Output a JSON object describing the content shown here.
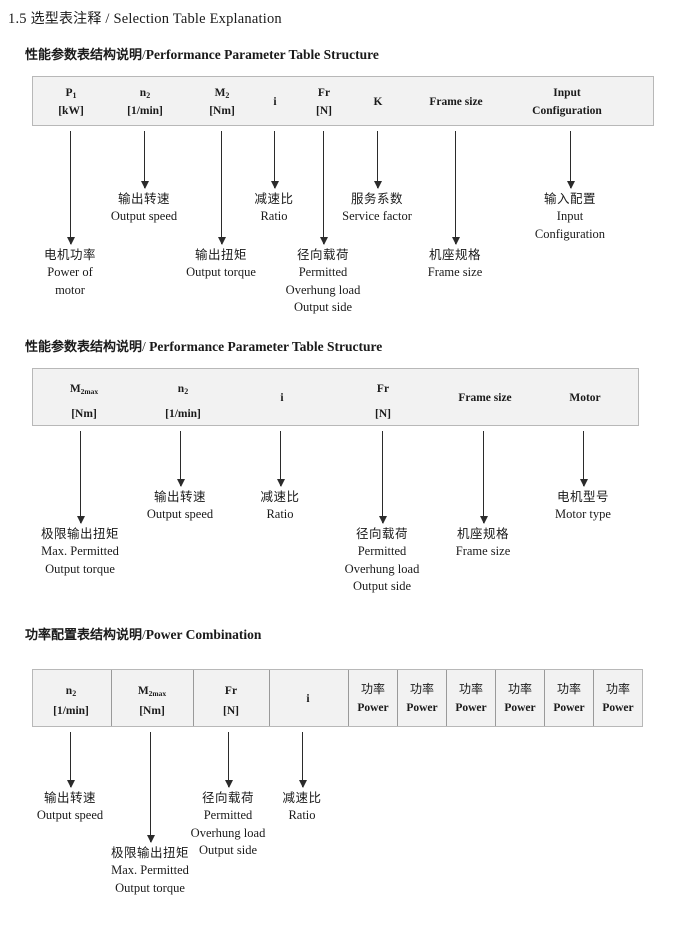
{
  "document": {
    "section_number": "1.5",
    "section_title_cn": "选型表注释",
    "section_separator": "/",
    "section_title_en": "Selection Table Explanation"
  },
  "blocks": [
    {
      "id": "performance-parameter-1",
      "heading": {
        "cn": "性能参数表结构说明",
        "sep": "/",
        "en": "Performance Parameter Table Structure"
      },
      "table": {
        "columns": [
          {
            "name": "p1",
            "line1": "P",
            "sub1": "1",
            "line2": "[kW]"
          },
          {
            "name": "n2",
            "line1": "n",
            "sub1": "2",
            "line2": "[1/min]"
          },
          {
            "name": "m2",
            "line1": "M",
            "sub1": "2",
            "line2": "[Nm]"
          },
          {
            "name": "i",
            "line1": "i",
            "sub1": "",
            "line2": ""
          },
          {
            "name": "fr",
            "line1": "Fr",
            "sub1": "",
            "line2": "[N]"
          },
          {
            "name": "k",
            "line1": "K",
            "sub1": "",
            "line2": ""
          },
          {
            "name": "frame-size",
            "line1": "Frame size",
            "sub1": "",
            "line2": ""
          },
          {
            "name": "input-configuration",
            "line1": "Input",
            "sub1": "",
            "line2": "Configuration"
          }
        ]
      },
      "annotations": [
        {
          "name": "power-of-motor",
          "cn": "电机功率",
          "en1": "Power of",
          "en2": "motor",
          "en3": ""
        },
        {
          "name": "output-speed",
          "cn": "输出转速",
          "en1": "Output speed",
          "en2": "",
          "en3": ""
        },
        {
          "name": "output-torque",
          "cn": "输出扭矩",
          "en1": "Output torque",
          "en2": "",
          "en3": ""
        },
        {
          "name": "ratio",
          "cn": "减速比",
          "en1": "Ratio",
          "en2": "",
          "en3": ""
        },
        {
          "name": "permitted-overhung-load",
          "cn": "径向载荷",
          "en1": "Permitted",
          "en2": "Overhung load",
          "en3": "Output side"
        },
        {
          "name": "service-factor",
          "cn": "服务系数",
          "en1": "Service factor",
          "en2": "",
          "en3": ""
        },
        {
          "name": "frame-size",
          "cn": "机座规格",
          "en1": "Frame size",
          "en2": "",
          "en3": ""
        },
        {
          "name": "input-configuration",
          "cn": "输入配置",
          "en1": "Input",
          "en2": "Configuration",
          "en3": ""
        }
      ]
    },
    {
      "id": "performance-parameter-2",
      "heading": {
        "cn": "性能参数表结构说明",
        "sep": "/",
        "en": "Performance Parameter Table Structure"
      },
      "table": {
        "columns": [
          {
            "name": "m2max",
            "line1": "M",
            "sub1": "2max",
            "line2": "[Nm]"
          },
          {
            "name": "n2",
            "line1": "n",
            "sub1": "2",
            "line2": "[1/min]"
          },
          {
            "name": "i",
            "line1": "i",
            "sub1": "",
            "line2": ""
          },
          {
            "name": "fr",
            "line1": "Fr",
            "sub1": "",
            "line2": "[N]"
          },
          {
            "name": "frame-size",
            "line1": "Frame size",
            "sub1": "",
            "line2": ""
          },
          {
            "name": "motor",
            "line1": "Motor",
            "sub1": "",
            "line2": ""
          }
        ]
      },
      "annotations": [
        {
          "name": "max-permitted-output-torque",
          "cn": "极限输出扭矩",
          "en1": "Max. Permitted",
          "en2": "Output  torque",
          "en3": ""
        },
        {
          "name": "output-speed",
          "cn": "输出转速",
          "en1": "Output speed",
          "en2": "",
          "en3": ""
        },
        {
          "name": "ratio",
          "cn": "减速比",
          "en1": "Ratio",
          "en2": "",
          "en3": ""
        },
        {
          "name": "permitted-overhung-load",
          "cn": "径向载荷",
          "en1": "Permitted",
          "en2": "Overhung load",
          "en3": "Output side"
        },
        {
          "name": "frame-size",
          "cn": "机座规格",
          "en1": "Frame size",
          "en2": "",
          "en3": ""
        },
        {
          "name": "motor-type",
          "cn": "电机型号",
          "en1": "Motor type",
          "en2": "",
          "en3": ""
        }
      ]
    },
    {
      "id": "power-combination",
      "heading": {
        "cn": "功率配置表结构说明",
        "sep": "/",
        "en": "Power Combination"
      },
      "table": {
        "columns": [
          {
            "name": "n2",
            "line1": "n",
            "sub1": "2",
            "line2": "[1/min]"
          },
          {
            "name": "m2max",
            "line1": "M",
            "sub1": "2max",
            "line2": "[Nm]"
          },
          {
            "name": "fr",
            "line1": "Fr",
            "sub1": "",
            "line2": "[N]"
          },
          {
            "name": "i",
            "line1": "i",
            "sub1": "",
            "line2": ""
          },
          {
            "name": "power-1",
            "line1": "功率",
            "sub1": "",
            "line2": "Power"
          },
          {
            "name": "power-2",
            "line1": "功率",
            "sub1": "",
            "line2": "Power"
          },
          {
            "name": "power-3",
            "line1": "功率",
            "sub1": "",
            "line2": "Power"
          },
          {
            "name": "power-4",
            "line1": "功率",
            "sub1": "",
            "line2": "Power"
          },
          {
            "name": "power-5",
            "line1": "功率",
            "sub1": "",
            "line2": "Power"
          },
          {
            "name": "power-6",
            "line1": "功率",
            "sub1": "",
            "line2": "Power"
          }
        ]
      },
      "annotations": [
        {
          "name": "output-speed",
          "cn": "输出转速",
          "en1": "Output speed",
          "en2": "",
          "en3": ""
        },
        {
          "name": "permitted-overhung-load",
          "cn": "径向载荷",
          "en1": "Permitted",
          "en2": "Overhung load",
          "en3": "Output side"
        },
        {
          "name": "ratio",
          "cn": "减速比",
          "en1": "Ratio",
          "en2": "",
          "en3": ""
        },
        {
          "name": "max-permitted-output-torque",
          "cn": "极限输出扭矩",
          "en1": "Max. Permitted",
          "en2": "Output  torque",
          "en3": ""
        }
      ]
    }
  ],
  "colors": {
    "table_fill": "#f2f2f2",
    "table_border": "#b8b8b8",
    "arrow": "#2b2b2b",
    "text": "#1a1a1a"
  }
}
